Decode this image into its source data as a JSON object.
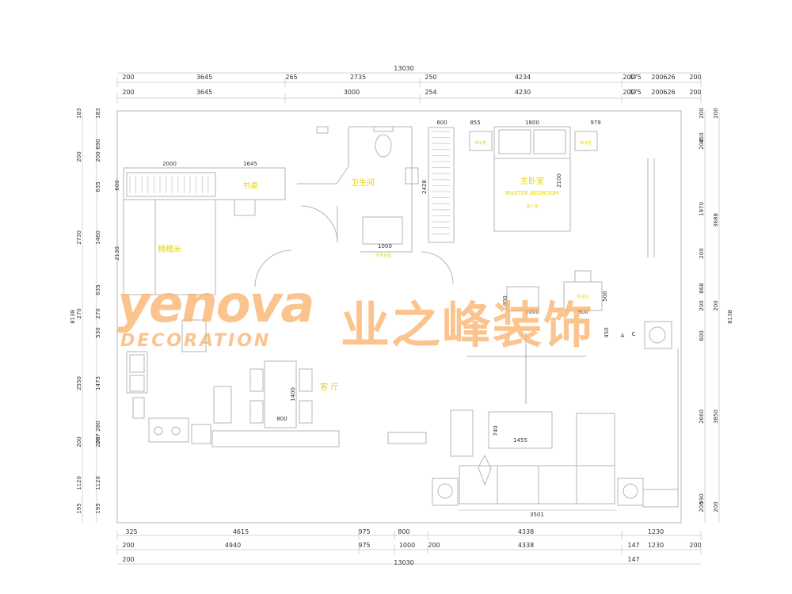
{
  "top_dims": {
    "total": "13030",
    "row1": [
      "200",
      "3645",
      "265",
      "2735",
      "250",
      "4234",
      "200",
      "475",
      "200",
      "626",
      "200"
    ],
    "row2": [
      "200",
      "3645",
      "3000",
      "254",
      "4230",
      "200",
      "475",
      "200",
      "626",
      "200"
    ]
  },
  "bottom_dims": {
    "total": "13030",
    "row1": [
      "325",
      "4615",
      "975",
      "800",
      "4338",
      "1230"
    ],
    "row2": [
      "200",
      "4940",
      "975",
      "1000",
      "200",
      "4338",
      "147",
      "1230",
      "200"
    ],
    "row3_left": "200",
    "row3_right": "147"
  },
  "left_dims": {
    "total": "8138",
    "outer": [
      "183",
      "200",
      "2730",
      "270",
      "2550",
      "200",
      "1120",
      "195"
    ],
    "inner": [
      "183",
      "690",
      "200",
      "635",
      "1460",
      "635",
      "270",
      "530",
      "1473",
      "280",
      "267",
      "200",
      "1120",
      "195"
    ]
  },
  "right_dims": {
    "total": "8138",
    "outer": [
      "200",
      "3688",
      "200",
      "3850",
      "200"
    ],
    "inner": [
      "200",
      "450",
      "200",
      "1970",
      "200",
      "868",
      "200",
      "600",
      "2660",
      "590",
      "200"
    ]
  },
  "rooms": {
    "study": "书桌",
    "wardrobe": "榻榻米",
    "bathroom": "卫生间",
    "master_bedroom": "主卧室",
    "master_bedroom_en": "MASTER BEDROOM",
    "living": "客  厅"
  },
  "inner_dims": {
    "study_w1": "2000",
    "study_w2": "1645",
    "study_h": "600",
    "tatami_h": "2130",
    "bath_w": "1000",
    "closet_w": "600",
    "closet_h": "2428",
    "bed_left": "855",
    "bed_w": "1800",
    "bed_right": "979",
    "bed_h": "2100",
    "desk_w": "1000",
    "desk_w2": "900",
    "desk_h": "400",
    "desk_h2": "500",
    "cab_h": "450",
    "table_h": "1400",
    "table_w": "800",
    "tv_h": "740",
    "tv_w": "1455",
    "sofa_w": "3501"
  },
  "small_labels": {
    "bedside_l": "床头柜",
    "bedside_r": "床头柜",
    "bed_label": "双人床",
    "bath_basin": "洗手台盆",
    "dresser": "梳妆台",
    "ac_a": "A",
    "ac_c": "C"
  },
  "watermark": {
    "brand_en": "yenova",
    "brand_sub": "DECORATION",
    "brand_cn": "业之峰装饰"
  }
}
